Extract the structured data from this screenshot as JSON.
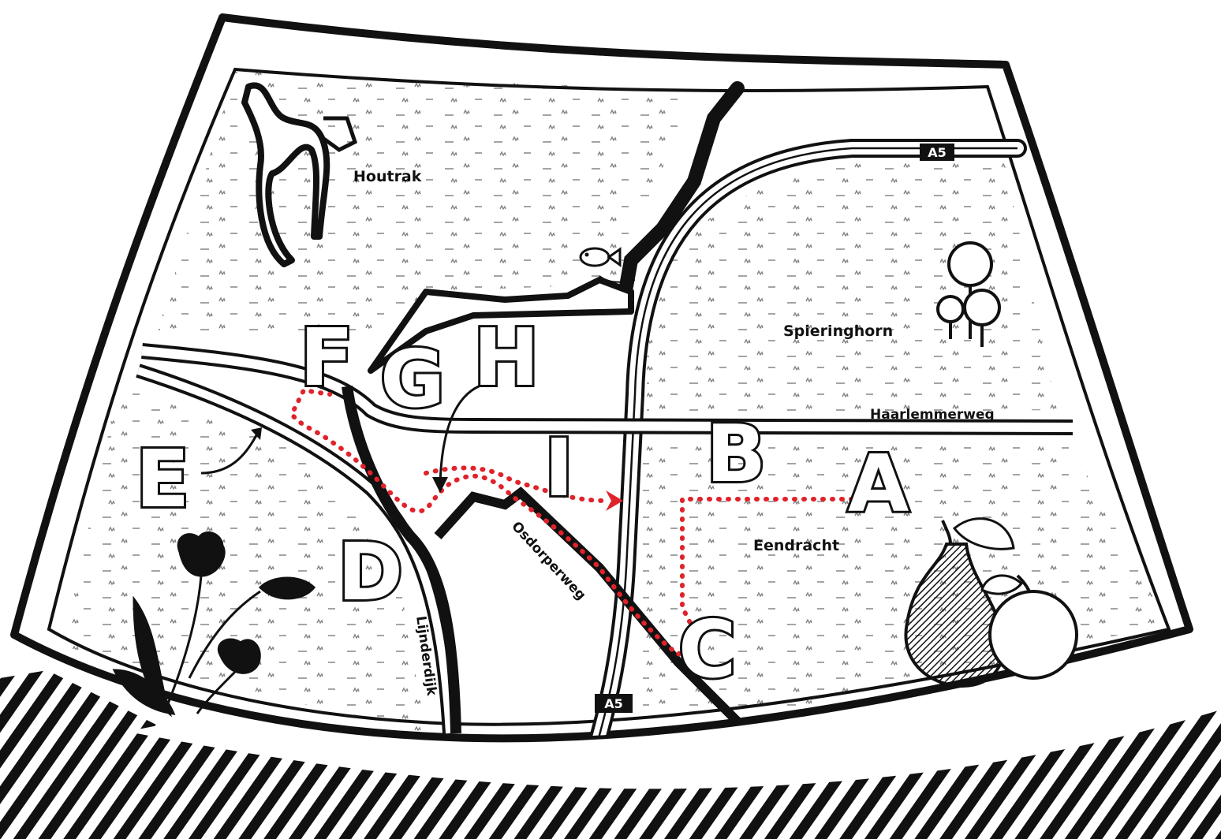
{
  "colors": {
    "ink": "#111111",
    "paper": "#ffffff",
    "route": "#e0222b"
  },
  "areas": {
    "houtrak": "Houtrak",
    "spieringhorn": "Spieringhorn",
    "eendracht": "Eendracht"
  },
  "roads": {
    "haarlemmerweg": "Haarlemmerweg",
    "osdorperweg": "Osdorperweg",
    "lijnderdijk": "Lijnderdijk",
    "a5_north": "A5",
    "a5_south": "A5"
  },
  "points": {
    "a": "A",
    "b": "B",
    "c": "C",
    "d": "D",
    "e": "E",
    "f": "F",
    "g": "G",
    "h": "H",
    "i": "I"
  },
  "icons": [
    "fish-icon",
    "trees-icon",
    "tulip-icon",
    "pear-icon",
    "apple-icon",
    "route-arrow-icon"
  ]
}
